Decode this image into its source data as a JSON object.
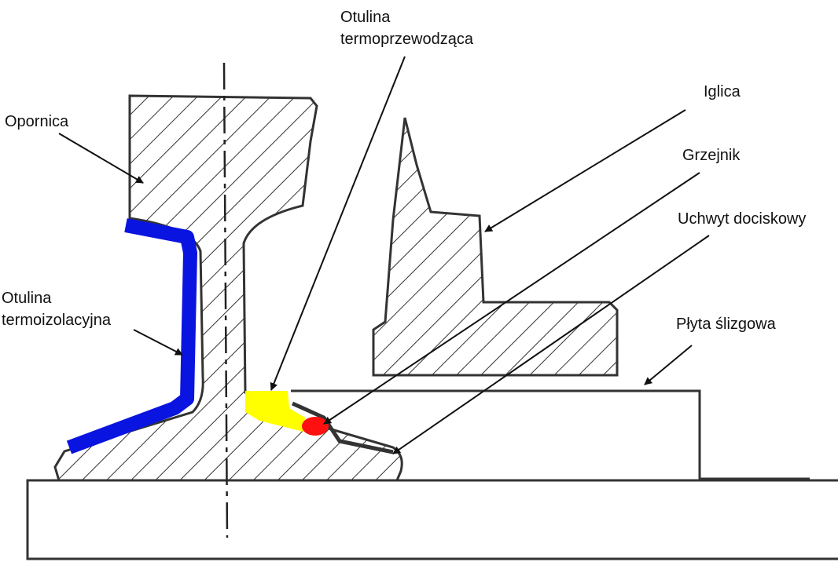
{
  "labels": {
    "opornica": "Opornica",
    "otulina_izol_1": "Otulina",
    "otulina_izol_2": "termoizolacyjna",
    "otulina_przew_1": "Otulina",
    "otulina_przew_2": "termoprzewodząca",
    "iglica": "Iglica",
    "grzejnik": "Grzejnik",
    "uchwyt": "Uchwyt dociskowy",
    "plyta": "Płyta ślizgowa"
  },
  "colors": {
    "insulation": "#0a14e0",
    "conductive": "#ffff00",
    "heater": "#ff1010",
    "outline": "#333333"
  }
}
